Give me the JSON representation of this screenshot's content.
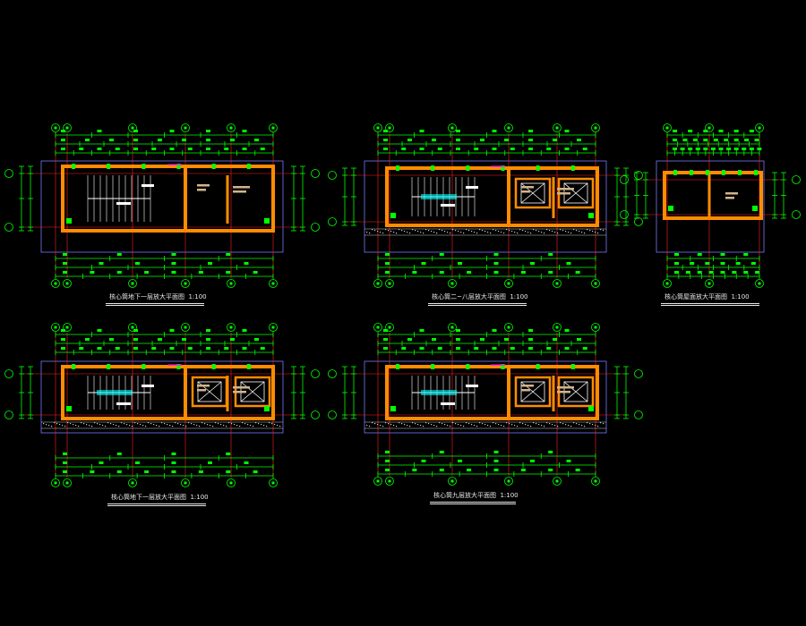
{
  "colors": {
    "background": "#000000",
    "wall": "#ff8c00",
    "dimension": "#00ff00",
    "grid_axis": "#ff2020",
    "outline": "#7878ff",
    "text": "#e8e8e8",
    "label_tan": "#d2b48c",
    "stair": "#ffffff",
    "elevator_line": "#ffffff",
    "floor_hatch": "#c8c8c8",
    "accent_cyan": "#00ffff",
    "accent_magenta": "#ff00ff"
  },
  "drawings": [
    {
      "id": "basement",
      "title": "核心筒地下一层放大平面图",
      "scale": "1:100",
      "has_stair": true,
      "elevators": 0
    },
    {
      "id": "floor2to8",
      "title": "核心筒二~八层放大平面图",
      "scale": "1:100",
      "has_stair": true,
      "elevators": 2
    },
    {
      "id": "roof",
      "title": "核心筒屋面放大平面图",
      "scale": "1:100",
      "has_stair": false,
      "elevators": 0
    },
    {
      "id": "floor1",
      "title": "核心筒地下一层放大平面图",
      "scale": "1:100",
      "has_stair": true,
      "elevators": 2
    },
    {
      "id": "floor9",
      "title": "核心筒九层放大平面图",
      "scale": "1:100",
      "has_stair": true,
      "elevators": 2
    }
  ]
}
